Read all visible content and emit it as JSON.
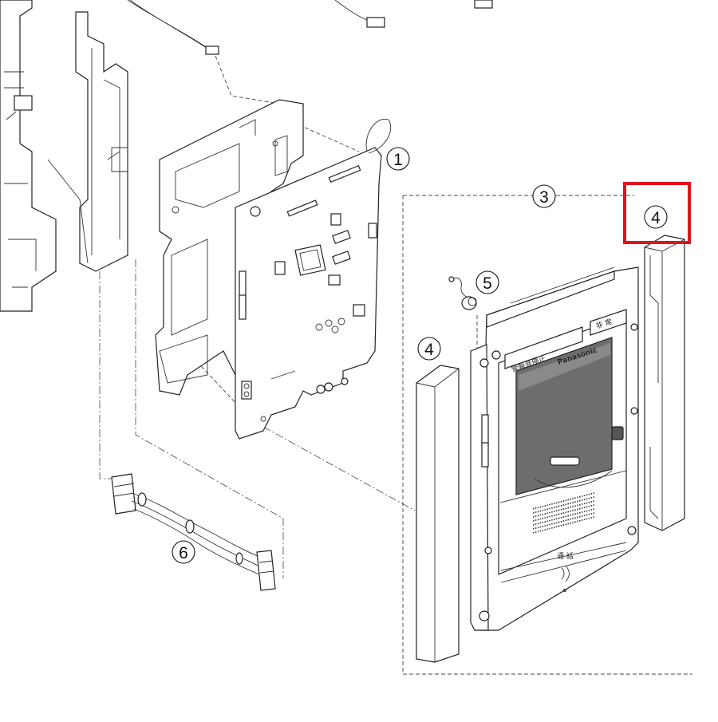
{
  "diagram": {
    "callouts": {
      "board": "1",
      "frame": "3",
      "side_cover_right": "4",
      "side_cover_left": "4",
      "sensor": "5",
      "cable": "6"
    },
    "device": {
      "brand": "Panasonic",
      "label_stop": "警報音停止",
      "label_emergency": "非 常",
      "label_talk": "通 話"
    },
    "highlight": {
      "target": "side_cover_right",
      "color": "#e0141e"
    }
  }
}
